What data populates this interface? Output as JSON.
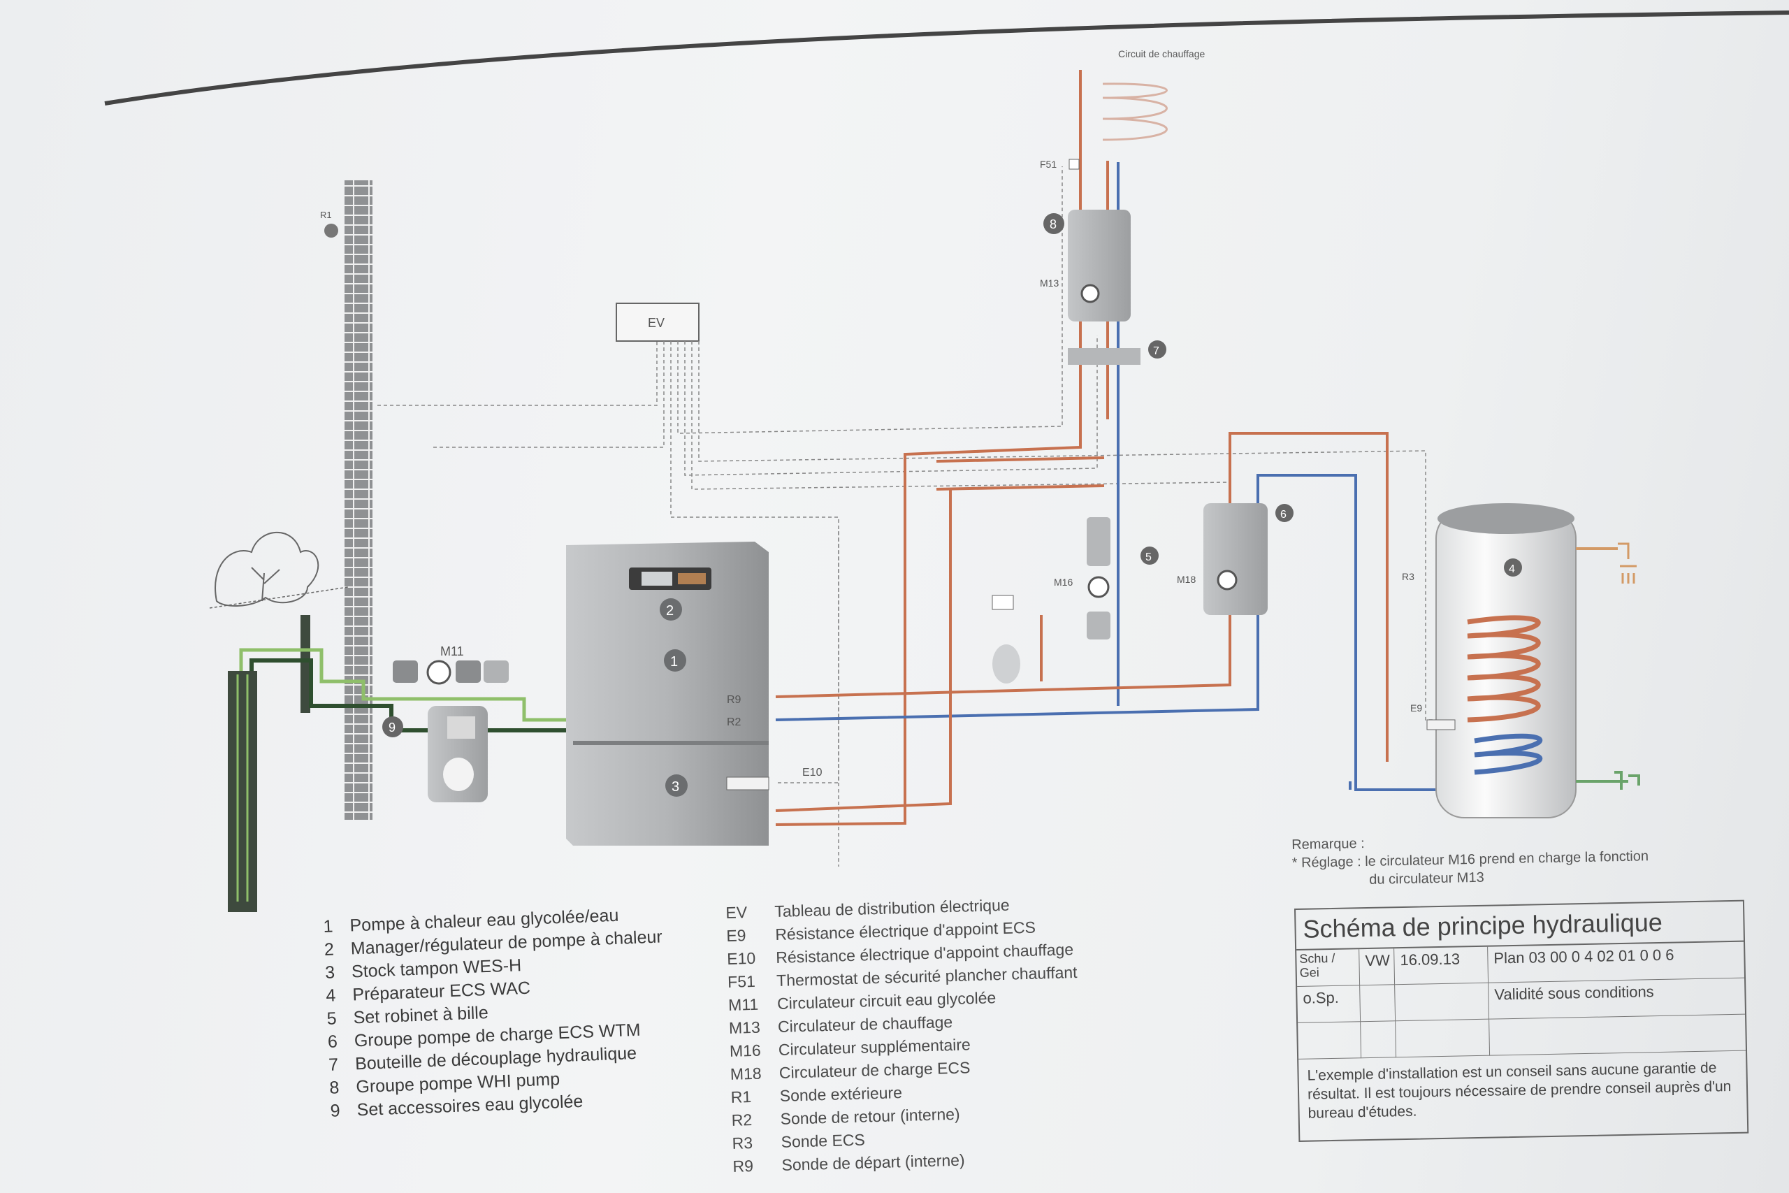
{
  "diagram": {
    "labels": {
      "ev": "EV",
      "r1": "R1",
      "m11": "M11",
      "m13": "M13",
      "m16": "M16",
      "m18": "M18",
      "r9": "R9",
      "r2": "R2",
      "r3": "R3",
      "e9": "E9",
      "e10": "E10",
      "f51": "F51",
      "circuit_chauffage": "Circuit de chauffage",
      "star": "*"
    },
    "numbers": [
      "1",
      "2",
      "3",
      "4",
      "5",
      "6",
      "7",
      "8",
      "9"
    ],
    "colors": {
      "hot": "#c7714f",
      "cold": "#4a6fb0",
      "glycol_dark": "#2f4f2f",
      "glycol_light": "#8fbf6a",
      "unit": "#a9abad",
      "brick": "#9a9a9a"
    },
    "icons": [
      "shower-icon",
      "tap-icon",
      "tree-icon",
      "valve-icon",
      "pump-icon",
      "expansion-vessel-icon"
    ]
  },
  "legend_left": [
    {
      "key": "1",
      "text": "Pompe à chaleur eau glycolée/eau"
    },
    {
      "key": "2",
      "text": "Manager/régulateur de pompe à chaleur"
    },
    {
      "key": "3",
      "text": "Stock tampon WES-H"
    },
    {
      "key": "4",
      "text": "Préparateur ECS WAC"
    },
    {
      "key": "5",
      "text": "Set robinet à bille"
    },
    {
      "key": "6",
      "text": "Groupe pompe de charge ECS WTM"
    },
    {
      "key": "7",
      "text": "Bouteille de découplage hydraulique"
    },
    {
      "key": "8",
      "text": "Groupe pompe WHI pump"
    },
    {
      "key": "9",
      "text": "Set accessoires eau glycolée"
    }
  ],
  "legend_right": [
    {
      "key": "EV",
      "text": "Tableau de distribution électrique"
    },
    {
      "key": "E9",
      "text": "Résistance électrique d'appoint ECS"
    },
    {
      "key": "E10",
      "text": "Résistance électrique d'appoint chauffage"
    },
    {
      "key": "F51",
      "text": "Thermostat de sécurité plancher chauffant"
    },
    {
      "key": "M11",
      "text": "Circulateur circuit eau glycolée"
    },
    {
      "key": "M13",
      "text": "Circulateur de chauffage"
    },
    {
      "key": "M16",
      "text": "Circulateur  supplémentaire"
    },
    {
      "key": "M18",
      "text": "Circulateur de charge ECS"
    },
    {
      "key": "R1",
      "text": "Sonde extérieure"
    },
    {
      "key": "R2",
      "text": "Sonde de retour (interne)"
    },
    {
      "key": "R3",
      "text": "Sonde ECS"
    },
    {
      "key": "R9",
      "text": "Sonde de départ (interne)"
    }
  ],
  "remark": {
    "title": "Remarque :",
    "line1": "*  Réglage  :   le circulateur M16 prend en charge la fonction",
    "line2": "du circulateur M13"
  },
  "title_block": {
    "title": "Schéma de principe hydraulique",
    "r1c1": "Schu / Gei",
    "r1c2": "VW",
    "r1c3": "16.09.13",
    "r1c4": "Plan  03 00 0 4 02 01 0 0 6",
    "r2c1": "o.Sp.",
    "r2c4": "Validité sous conditions",
    "note": "L'exemple d'installation est un conseil sans aucune garantie de résultat. Il est toujours nécessaire de prendre conseil auprès d'un bureau d'études."
  }
}
